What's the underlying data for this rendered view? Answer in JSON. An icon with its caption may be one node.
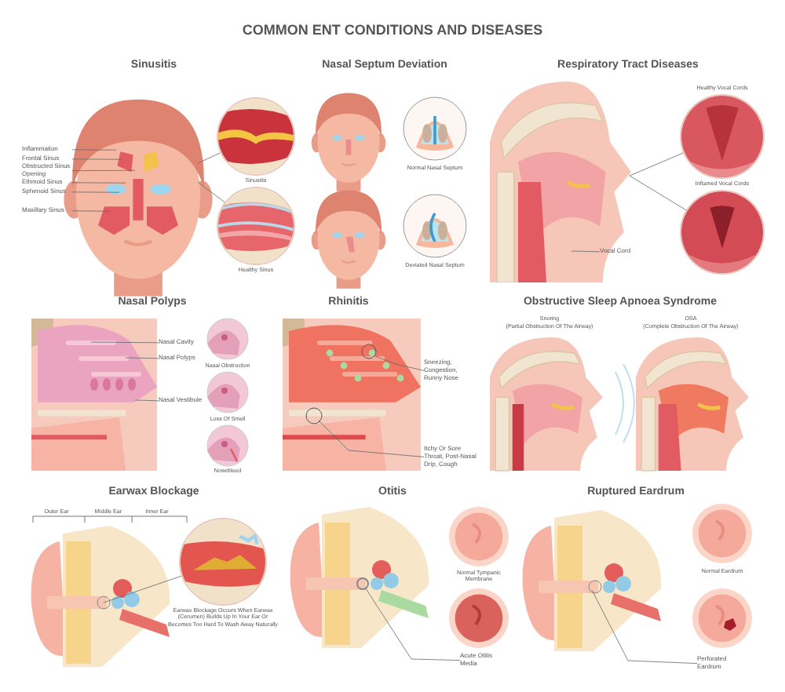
{
  "diagram": {
    "title": "COMMON ENT CONDITIONS AND DISEASES",
    "nodes": [
      {
        "text": [
          "Inflammation"
        ]
      },
      {
        "text": [
          "Frontal Sinus"
        ]
      },
      {
        "text": [
          "Obstructed Sinus Opening"
        ]
      },
      {
        "text": [
          "Ethmoid Sinus"
        ]
      },
      {
        "text": [
          "Sphenoid Sinus"
        ]
      },
      {
        "text": [
          "Maxillary Sinus"
        ]
      },
      {
        "text": [],
        "shape": "picture"
      },
      {
        "text": [],
        "shape": "picture"
      },
      {
        "text": [],
        "shape": "picture"
      },
      {
        "text": [],
        "shape": "picture"
      },
      {
        "text": [
          "Vocal Cord"
        ]
      },
      {
        "text": [
          "Nasal Cavity"
        ]
      },
      {
        "text": [
          "Nasal Polyps"
        ]
      },
      {
        "text": [
          "Nasal Vestibule"
        ]
      },
      {
        "text": [
          "Sneezing, Congestion, Runny Nose"
        ]
      },
      {
        "text": [
          "Itchy Or Sore Throat, Post-Nasal Drip, Cough"
        ]
      },
      {
        "text": [],
        "shape": "picture",
        "beside": [
          "Earwax Blockage Occurs When Earwax (Cerumen) Builds Up In Your Ear Or Becomes Too Hard To Wash Away Naturally"
        ]
      },
      {
        "text": [
          "Acute Otitis Media"
        ]
      },
      {
        "text": [
          "Perforated Eardrum"
        ]
      },
      {
        "text": [],
        "shape": "picture"
      },
      {
        "text": [],
        "shape": "circle"
      }
    ],
    "edges": [
      {
        "from": 0,
        "to": null,
        "arrow": "none"
      },
      {
        "from": 1,
        "to": null,
        "arrow": "none"
      },
      {
        "from": 2,
        "to": null,
        "arrow": "none"
      },
      {
        "from": 3,
        "to": null,
        "arrow": "none"
      },
      {
        "from": 4,
        "to": null,
        "arrow": "none"
      },
      {
        "from": 5,
        "to": null,
        "arrow": "none"
      },
      {
        "from": null,
        "to": 6,
        "arrow": "none"
      },
      {
        "from": null,
        "to": 7,
        "arrow": "none"
      },
      {
        "from": 19,
        "to": 8,
        "arrow": "none"
      },
      {
        "from": 19,
        "to": 9,
        "arrow": "none"
      },
      {
        "from": 10,
        "to": 19,
        "arrow": "none"
      },
      {
        "from": 11,
        "to": null,
        "arrow": "none"
      },
      {
        "from": 12,
        "to": null,
        "arrow": "none"
      },
      {
        "from": 13,
        "to": null,
        "arrow": "none"
      },
      {
        "from": 14,
        "to": null,
        "arrow": "none"
      },
      {
        "from": 15,
        "to": null,
        "arrow": "none"
      },
      {
        "from": null,
        "to": 16,
        "arrow": "none"
      },
      {
        "from": 17,
        "to": 20,
        "arrow": "none"
      },
      {
        "from": 18,
        "to": null,
        "arrow": "none"
      }
    ],
    "labels": [
      "Sinusitis",
      "Nasal Septum Deviation",
      "Respiratory Tract Diseases",
      "Healthy Vocal Cords",
      "Sinusitis",
      "Inflamed Vocal Cords",
      "Healthy Sinus",
      "Normal Nasal Septum",
      "Deviated Nasal Septum",
      "Nasal Polyps",
      "Nasal Obstruction",
      "Loss Of Smell",
      "Nosebleed",
      "Rhinitis",
      "Obstructive Sleep Apnoea Syndrome",
      "Snoring",
      "(Partial Obstruction Of The Airway)",
      "OSA",
      "(Complete Obstruction Of The Airway)",
      "Earwax Blockage",
      "Outer Ear",
      "Middle Ear",
      "Inner Ear",
      "Otitis",
      "Normal Tympanic Membrane",
      "Ruptured Eardrum",
      "Normal Eardrum"
    ]
  }
}
